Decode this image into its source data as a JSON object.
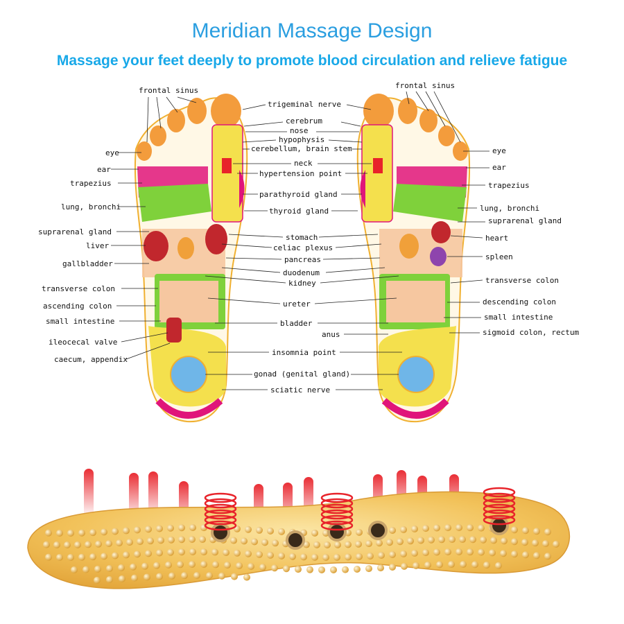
{
  "header": {
    "title": "Meridian Massage Design",
    "subtitle": "Massage your feet deeply to promote blood circulation and relieve fatigue"
  },
  "colors": {
    "title": "#2a9ee0",
    "subtitle": "#18a8e8",
    "zone_green": "#7fd13b",
    "zone_yellow": "#f4e04d",
    "zone_magenta": "#e0157a",
    "zone_orange": "#f39c3c",
    "zone_blue": "#6fb6e8",
    "insole": "#f2c25a",
    "spring": "#e8232a"
  },
  "labels": {
    "left_foot_left": [
      "frontal sinus",
      "eye",
      "ear",
      "trapezius",
      "lung, bronchi",
      "suprarenal gland",
      "liver",
      "gallbladder",
      "transverse colon",
      "ascending colon",
      "small intestine",
      "ileocecal valve",
      "caecum, appendix"
    ],
    "center": [
      "trigeminal nerve",
      "cerebrum",
      "nose",
      "hypophysis",
      "cerebellum, brain stem",
      "neck",
      "hypertension point",
      "parathyroid gland",
      "thyroid gland",
      "stomach",
      "celiac plexus",
      "pancreas",
      "duodenum",
      "kidney",
      "ureter",
      "bladder",
      "anus",
      "insomnia point",
      "gonad (genital gland)",
      "sciatic nerve"
    ],
    "right_foot_right": [
      "frontal sinus",
      "eye",
      "ear",
      "trapezius",
      "lung, bronchi",
      "suprarenal gland",
      "heart",
      "spleen",
      "transverse colon",
      "descending colon",
      "small intestine",
      "sigmoid colon, rectum"
    ]
  }
}
